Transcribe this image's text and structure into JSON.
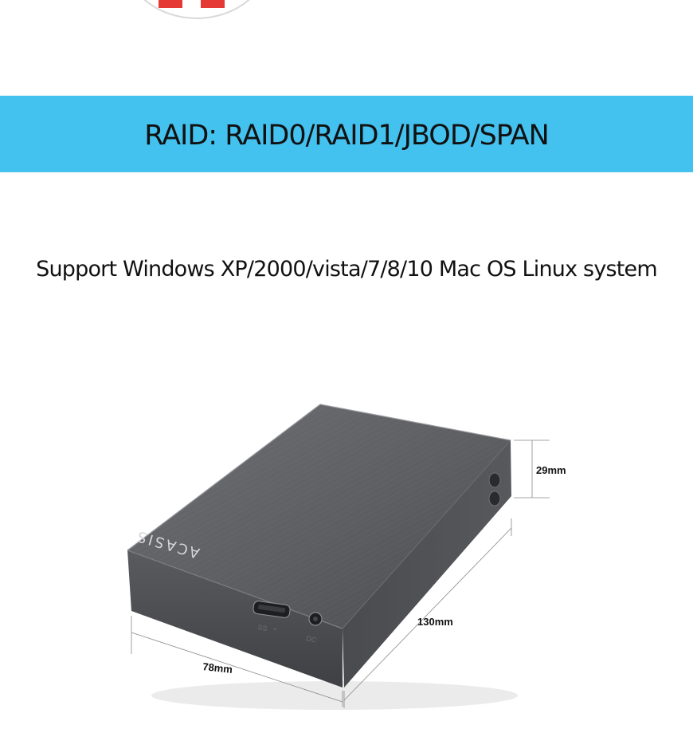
{
  "banner": {
    "title": "RAID: RAID0/RAID1/JBOD/SPAN"
  },
  "support": {
    "text": "Support Windows XP/2000/vista/7/8/10 Mac OS Linux system"
  },
  "product": {
    "brand": "ACASIS",
    "port_usb": "SS",
    "port_dc": "DC",
    "dimensions": {
      "height": "29mm",
      "length": "130mm",
      "width": "78mm"
    }
  },
  "colors": {
    "banner": "#44c2ef",
    "enclosure": "#5c5d61",
    "badge_flag": "#e53935"
  }
}
